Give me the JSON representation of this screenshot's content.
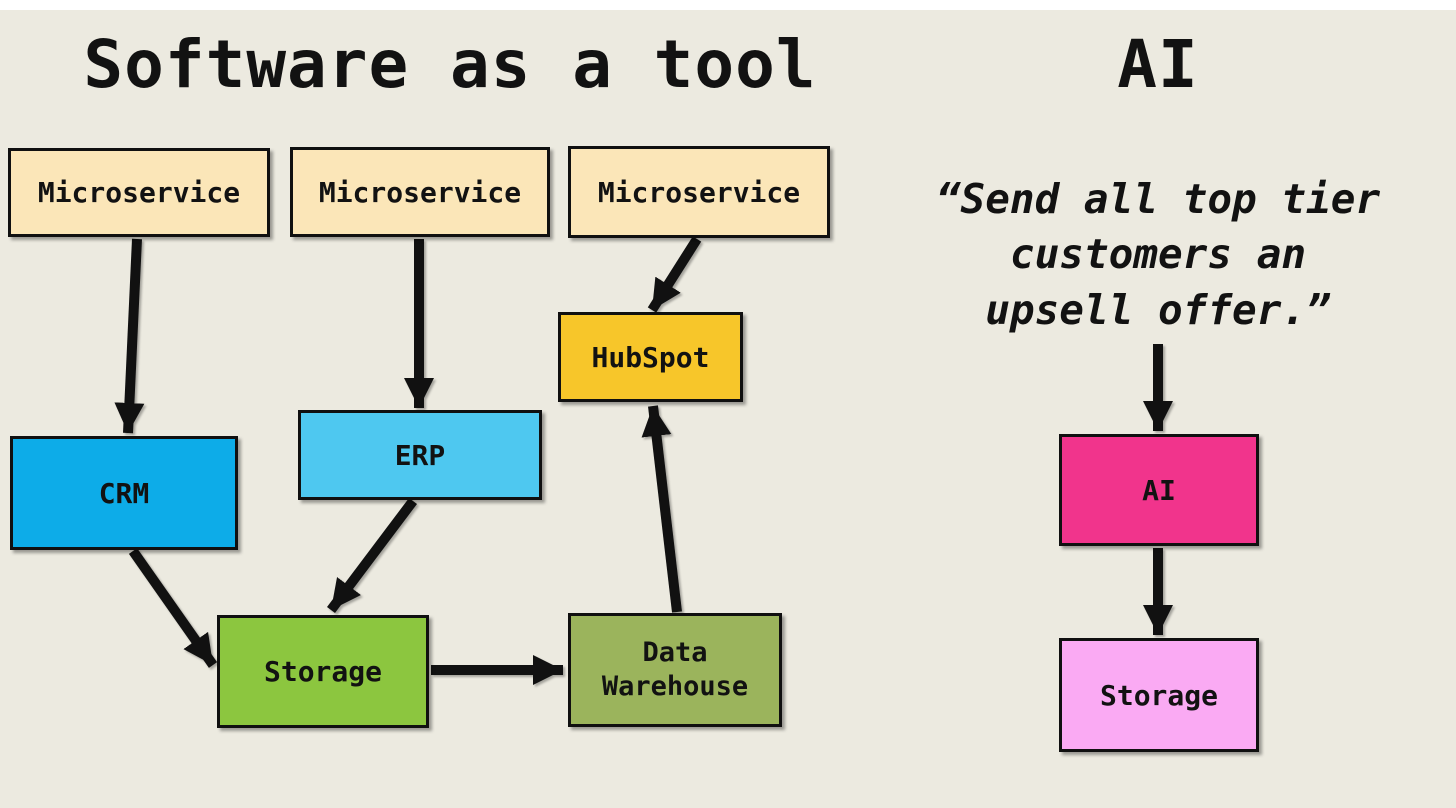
{
  "page": {
    "background": "#ECEAE0",
    "top_strip_color": "#FFFFFF"
  },
  "software_diagram": {
    "title": "Software as a tool",
    "nodes": {
      "microservice1": {
        "label": "Microservice",
        "fill": "#FBE6B8"
      },
      "microservice2": {
        "label": "Microservice",
        "fill": "#FBE6B8"
      },
      "microservice3": {
        "label": "Microservice",
        "fill": "#FBE6B8"
      },
      "hubspot": {
        "label": "HubSpot",
        "fill": "#F7C62A"
      },
      "crm": {
        "label": "CRM",
        "fill": "#0DACE8"
      },
      "erp": {
        "label": "ERP",
        "fill": "#4EC8F0"
      },
      "storage": {
        "label": "Storage",
        "fill": "#8CC63F"
      },
      "data_warehouse": {
        "label": "Data\nWarehouse",
        "fill": "#9BB45C"
      }
    },
    "edges": [
      {
        "from": "microservice1",
        "to": "crm"
      },
      {
        "from": "microservice2",
        "to": "erp"
      },
      {
        "from": "microservice3",
        "to": "hubspot"
      },
      {
        "from": "crm",
        "to": "storage"
      },
      {
        "from": "erp",
        "to": "storage"
      },
      {
        "from": "storage",
        "to": "data_warehouse"
      },
      {
        "from": "data_warehouse",
        "to": "hubspot"
      }
    ]
  },
  "ai_diagram": {
    "title": "AI",
    "prompt": "“Send all top tier\ncustomers an\nupsell offer.”",
    "nodes": {
      "ai": {
        "label": "AI",
        "fill": "#F1348C"
      },
      "storage": {
        "label": "Storage",
        "fill": "#FAAAF3"
      }
    },
    "edges": [
      {
        "from": "prompt",
        "to": "ai"
      },
      {
        "from": "ai",
        "to": "storage"
      }
    ]
  },
  "arrow_color": "#111111"
}
